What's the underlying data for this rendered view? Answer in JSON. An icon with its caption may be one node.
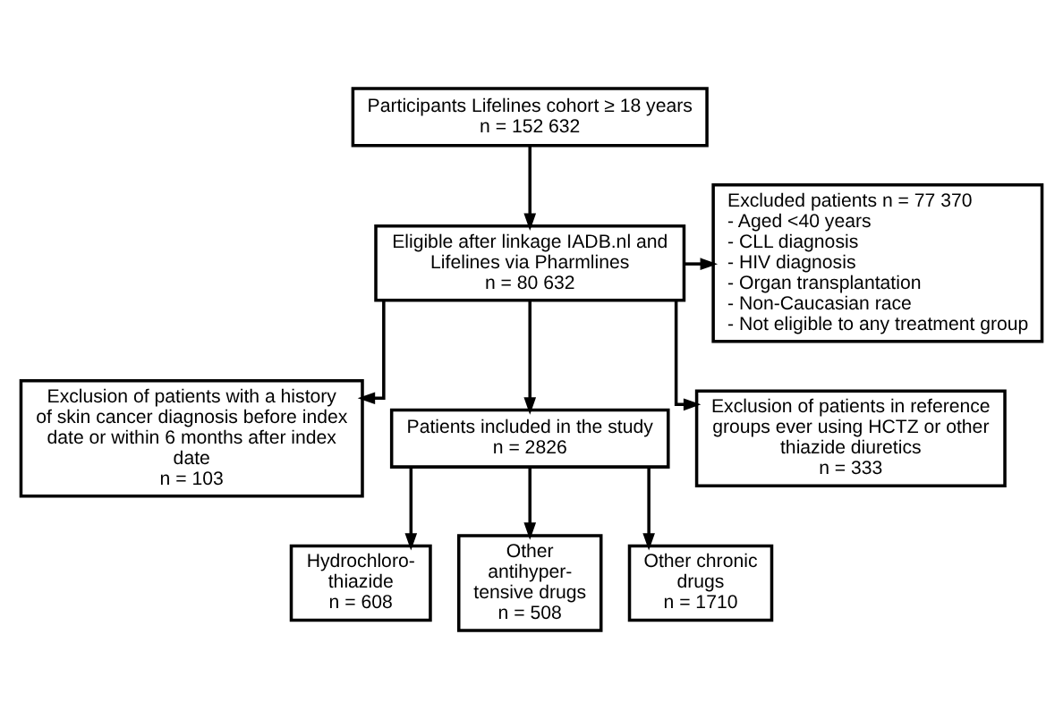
{
  "diagram": {
    "nodes": [
      {
        "text": [
          "Participants Lifelines cohort ≥ 18 years",
          "n = 152 632"
        ]
      },
      {
        "text": [
          "Eligible after linkage IADB.nl and Lifelines via Pharmlines",
          "n = 80 632"
        ]
      },
      {
        "text": [
          "Excluded patients n = 77 370",
          "- Aged <40 years",
          "- CLL diagnosis",
          "- HIV diagnosis",
          "- Organ transplantation",
          "- Non-Caucasian race",
          "- Not eligible to any treatment group"
        ]
      },
      {
        "text": [
          "Exclusion of patients with a history of skin cancer diagnosis before index date or within 6 months after index date",
          "n = 103"
        ]
      },
      {
        "text": [
          "Patients included in the study",
          "n = 2826"
        ]
      },
      {
        "text": [
          "Exclusion of patients in reference groups ever using HCTZ or other thiazide diuretics",
          "n = 333"
        ]
      },
      {
        "text": [
          "Hydrochloro- thiazide",
          "n = 608"
        ]
      },
      {
        "text": [
          "Other antihyper- tensive drugs",
          "n = 508"
        ]
      },
      {
        "text": [
          "Other chronic drugs",
          "n = 1710"
        ]
      }
    ],
    "edges": [
      {
        "from": 0,
        "to": 1,
        "arrow": "to"
      },
      {
        "from": 1,
        "to": 2,
        "arrow": "to"
      },
      {
        "from": 1,
        "to": 3,
        "arrow": "to"
      },
      {
        "from": 1,
        "to": 4,
        "arrow": "to"
      },
      {
        "from": 1,
        "to": 5,
        "arrow": "to"
      },
      {
        "from": 4,
        "to": 6,
        "arrow": "to"
      },
      {
        "from": 4,
        "to": 7,
        "arrow": "to"
      },
      {
        "from": 4,
        "to": 8,
        "arrow": "to"
      }
    ]
  }
}
